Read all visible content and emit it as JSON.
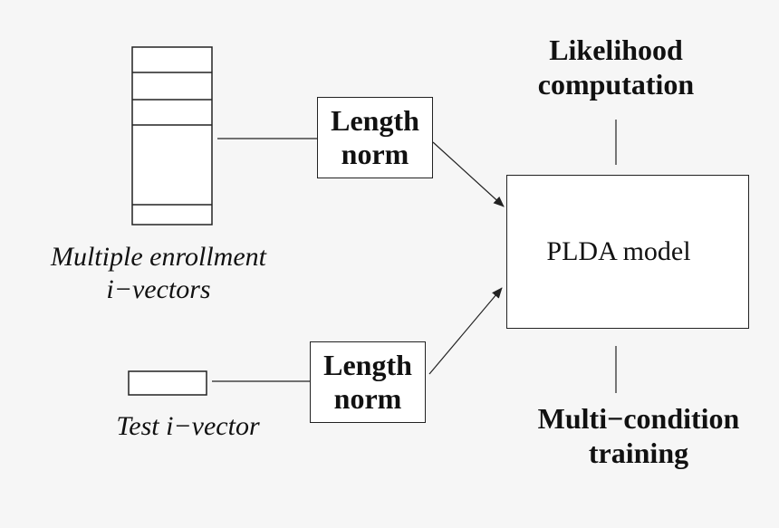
{
  "enrollment": {
    "caption_line1": "Multiple enrollment",
    "caption_line2": "i−vectors"
  },
  "test": {
    "caption": "Test i−vector"
  },
  "length_norm_top": {
    "line1": "Length",
    "line2": "norm"
  },
  "length_norm_bottom": {
    "line1": "Length",
    "line2": "norm"
  },
  "plda": {
    "label": "PLDA model"
  },
  "likelihood": {
    "line1": "Likelihood",
    "line2": "computation"
  },
  "multi_condition": {
    "line1": "Multi−condition",
    "line2": "training"
  },
  "colors": {
    "background": "#f6f6f6",
    "stroke": "#222222",
    "text": "#111111"
  }
}
